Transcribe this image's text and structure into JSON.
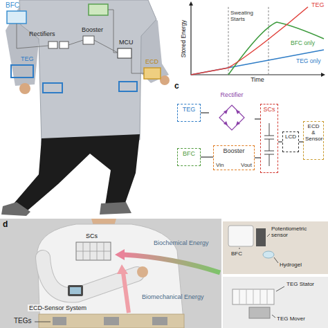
{
  "diagram": {
    "nodes": [
      {
        "text": [
          "TEG"
        ]
      },
      {
        "text": [
          "Rectifier"
        ]
      },
      {
        "text": [
          "BFC"
        ]
      },
      {
        "text": [
          "Booster",
          "Vin",
          "Vout"
        ]
      },
      {
        "text": [
          "SCs"
        ]
      },
      {
        "text": [
          "LCD"
        ]
      },
      {
        "text": [
          "ECD & Sensor"
        ]
      }
    ],
    "edges": [
      {
        "from": 0,
        "to": 1,
        "arrow": "none"
      },
      {
        "from": 1,
        "to": 4,
        "arrow": "none"
      },
      {
        "from": 2,
        "to": 3,
        "arrow": "none"
      },
      {
        "from": 3,
        "to": 4,
        "arrow": "none"
      },
      {
        "from": 4,
        "to": 5,
        "arrow": "none"
      },
      {
        "from": 5,
        "to": 6,
        "arrow": "none"
      }
    ],
    "labels": [
      "BFC",
      "Rectifiers",
      "Booster",
      "MCU",
      "TEG",
      "ECD",
      "Stored Energy",
      "Time",
      "Sweating Starts",
      "TEG",
      "BFC only",
      "TEG only",
      "c",
      "d",
      "SCs",
      "Biochemical Energy",
      "ECD-Sensor System",
      "Biomechanical Energy",
      "TEGs",
      "Potentiometric sensor",
      "BFC",
      "Hydrogel",
      "TEG Stator",
      "TEG Mover"
    ]
  }
}
